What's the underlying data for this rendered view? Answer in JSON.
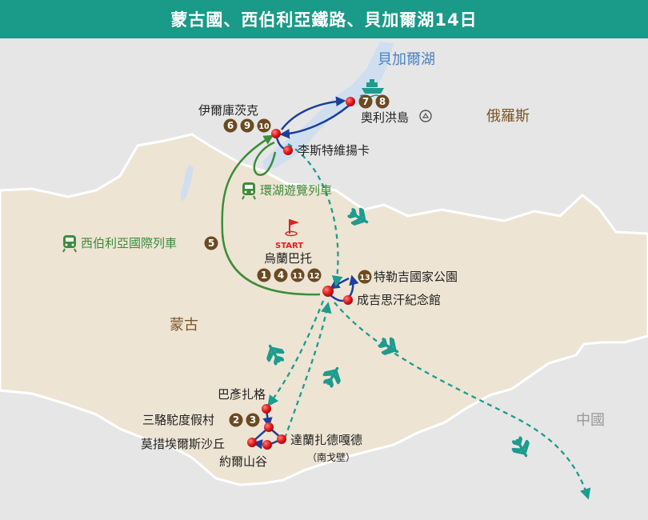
{
  "header": {
    "title": "蒙古國、西伯利亞鐵路、貝加爾湖14日"
  },
  "colors": {
    "header_bg": "#1a9a88",
    "land_mongolia": "#ede4d4",
    "land_other": "#e6e6e6",
    "lake": "#cfdff0",
    "route_blue": "#1c3f9c",
    "route_green": "#3d8c3a",
    "flight": "#1d9b8f",
    "badge": "#6b4a22",
    "pin": "#e02020"
  },
  "regions": {
    "russia": "俄羅斯",
    "mongolia": "蒙古",
    "china": "中國",
    "baikal": "貝加爾湖"
  },
  "places": {
    "irkutsk": {
      "name": "伊爾庫茨克",
      "days": [
        "6",
        "9",
        "10"
      ]
    },
    "olkhon": {
      "name": "奧利洪島",
      "days": [
        "7",
        "8"
      ]
    },
    "listvyanka": {
      "name": "李斯特維揚卡"
    },
    "ulaanbaatar": {
      "name": "烏蘭巴托",
      "days": [
        "1",
        "4",
        "11",
        "12"
      ],
      "start": "START"
    },
    "terelj": {
      "name": "特勒吉國家公園",
      "days": [
        "13"
      ]
    },
    "genghis": {
      "name": "成吉思汗紀念館"
    },
    "bayanzag": {
      "name": "巴彥扎格"
    },
    "camp": {
      "name": "三駱駝度假村",
      "days": [
        "2",
        "3"
      ]
    },
    "moltsog": {
      "name": "莫措埃爾斯沙丘"
    },
    "yol": {
      "name": "約爾山谷"
    },
    "dalanzadgad": {
      "name": "達蘭扎德嘎德",
      "note": "（南戈壁）"
    }
  },
  "trains": {
    "circum": "環湖遊覽列車",
    "trans_siberian": {
      "name": "西伯利亞國際列車",
      "day": "5"
    }
  }
}
